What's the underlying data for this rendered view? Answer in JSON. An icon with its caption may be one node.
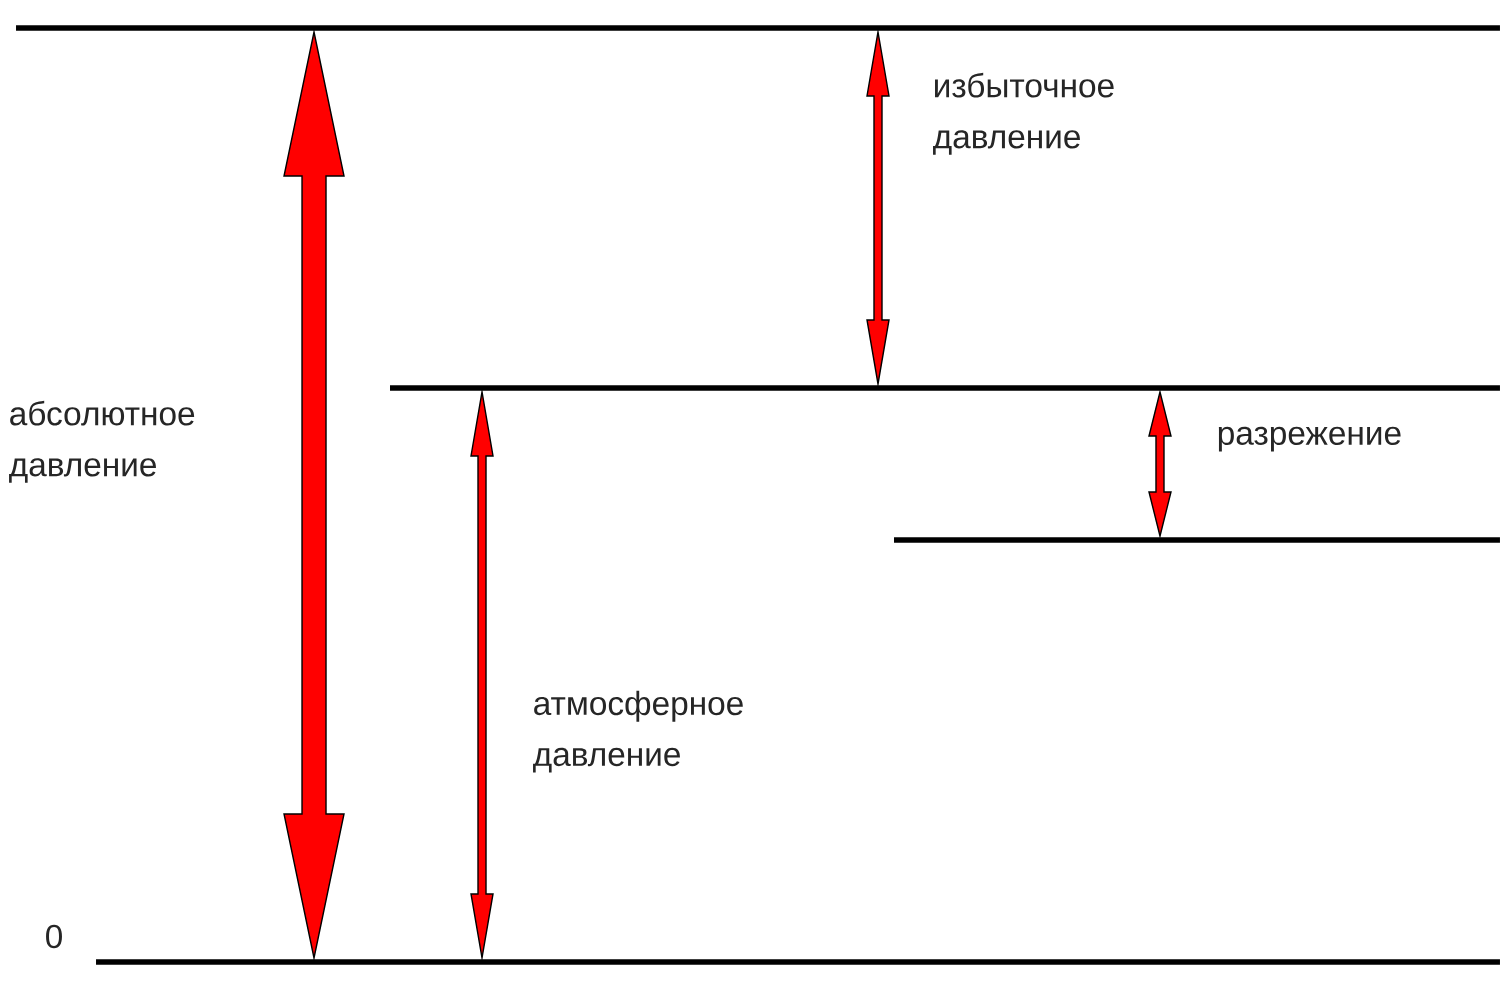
{
  "diagram": {
    "labels": [
      "избыточное давление",
      "абсолютное давление",
      "разрежение",
      "атмосферное давление",
      "0"
    ]
  }
}
